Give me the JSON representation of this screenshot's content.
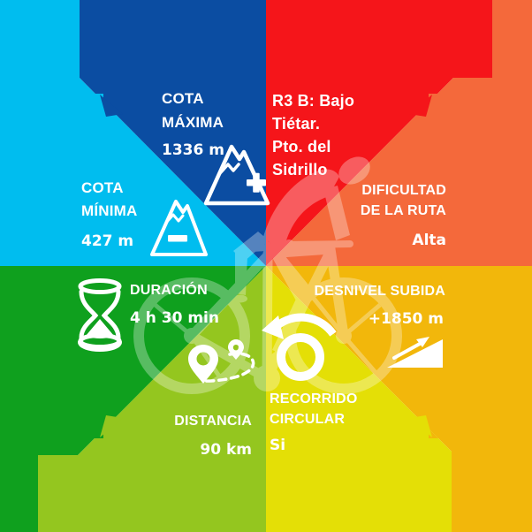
{
  "colors": {
    "cyan": "#00BDEF",
    "dark_blue": "#0B4DA2",
    "red": "#F5151A",
    "orange": "#F4693B",
    "amber": "#F2B70B",
    "yellow": "#E4DF06",
    "dark_green": "#0FA01E",
    "light_green": "#94C61F",
    "white": "#FFFFFF"
  },
  "sections": {
    "cota_maxima": {
      "label_line1": "COTA",
      "label_line2": "MÁXIMA",
      "value": "1336 m"
    },
    "cota_minima": {
      "label_line1": "COTA",
      "label_line2": "MÍNIMA",
      "value": "427 m"
    },
    "route_name": {
      "line1": "R3 B: Bajo",
      "line2": "Tiétar.",
      "line3": "Pto. del",
      "line4": "Sidrillo"
    },
    "dificultad": {
      "label_line1": "DIFICULTAD",
      "label_line2": "DE LA RUTA",
      "value": "Alta"
    },
    "desnivel_subida": {
      "label": "DESNIVEL SUBIDA",
      "value": "+1850 m"
    },
    "recorrido_circular": {
      "label_line1": "RECORRIDO",
      "label_line2": "CIRCULAR",
      "value": "Si"
    },
    "duracion": {
      "label": "DURACIÓN",
      "value": "4 h 30 min"
    },
    "distancia": {
      "label": "DISTANCIA",
      "value": "90 km"
    }
  },
  "icons": {
    "mountain_plus": "mountain-plus-icon",
    "mountain_minus": "mountain-minus-icon",
    "hourglass": "hourglass-icon",
    "map_pin_route": "map-pin-route-icon",
    "circular_arrow": "circular-arrow-icon",
    "slope_arrow": "slope-arrow-icon",
    "cyclist": "cyclist-graphic"
  }
}
